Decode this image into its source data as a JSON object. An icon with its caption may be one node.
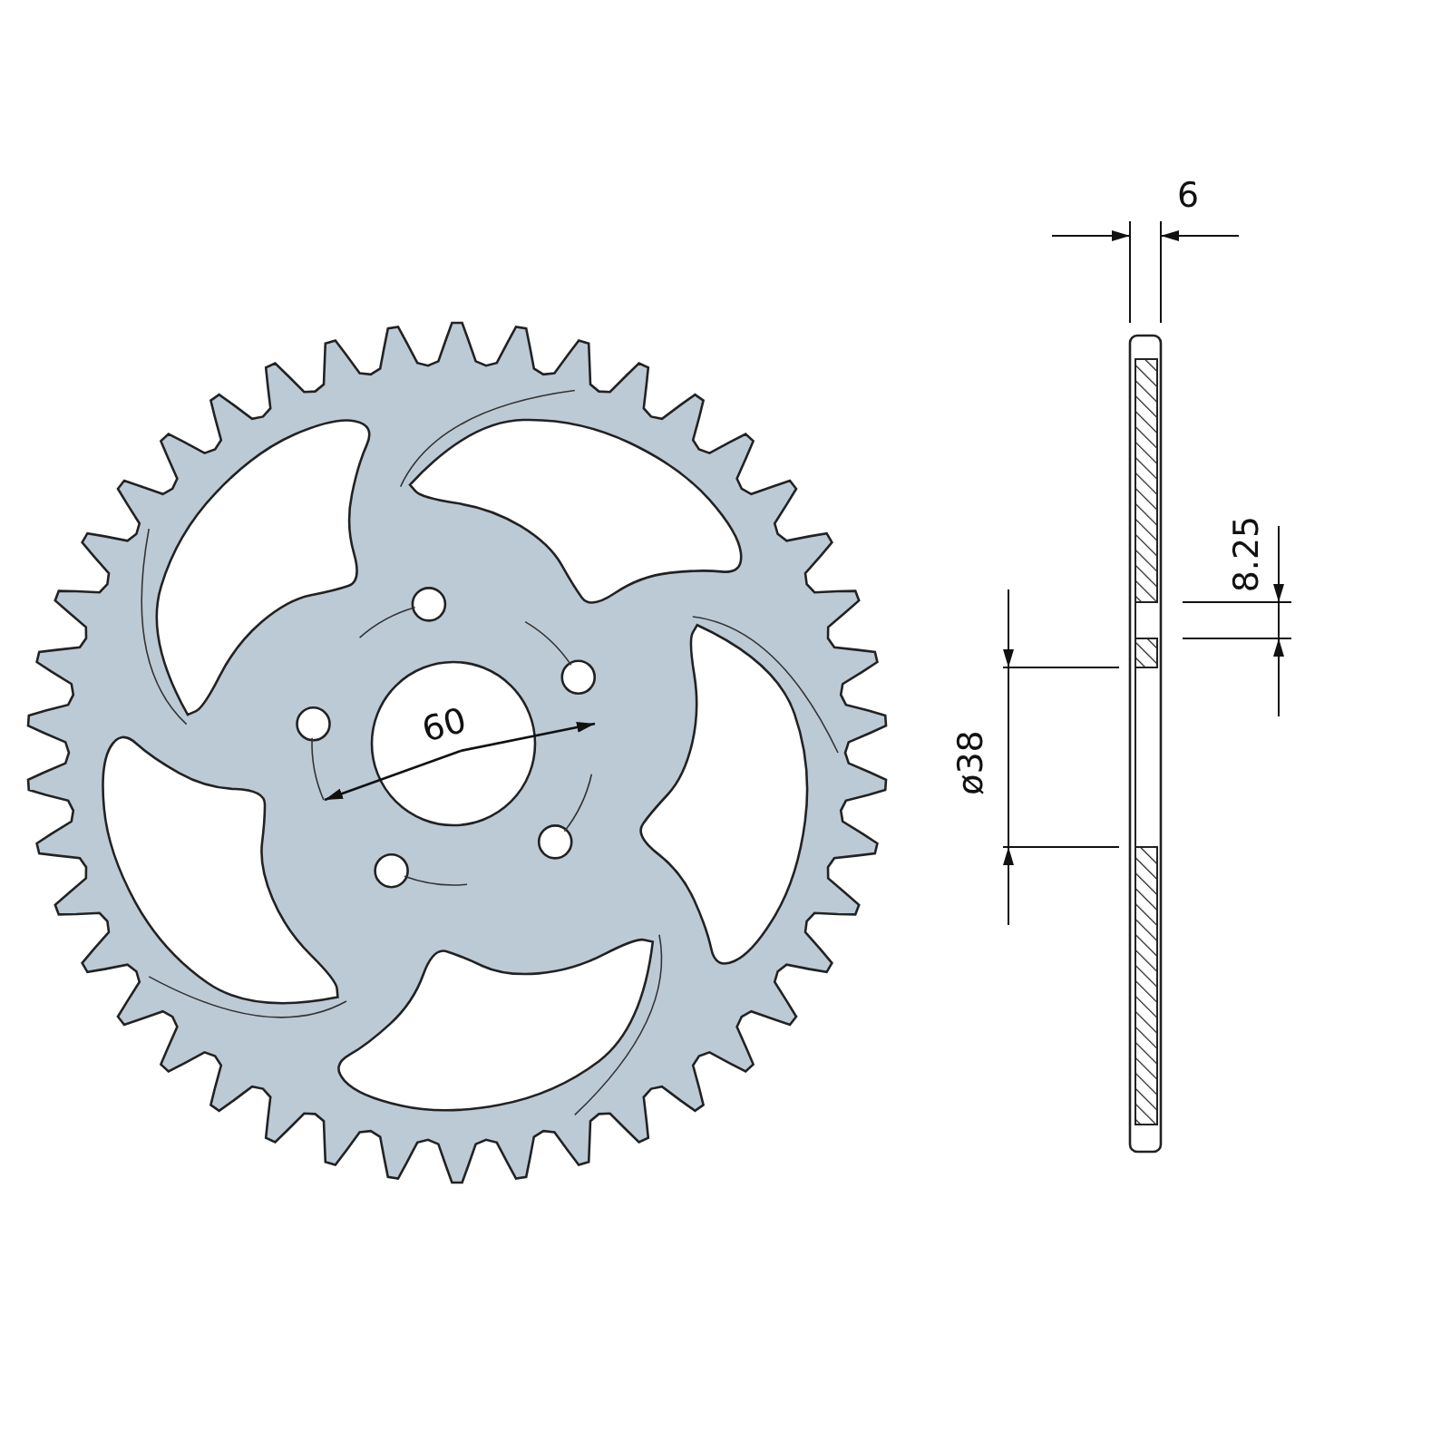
{
  "diagram": {
    "labels": [
      "6",
      "8.25",
      "ø38",
      "60"
    ]
  }
}
